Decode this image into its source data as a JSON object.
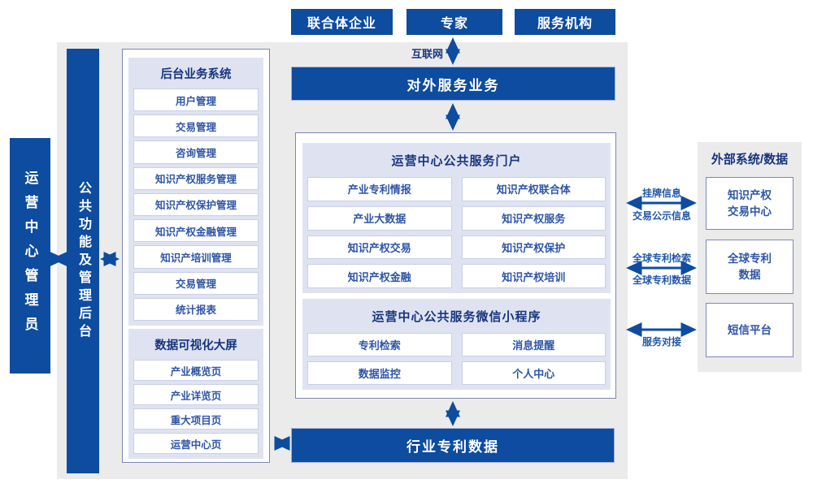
{
  "top_row": {
    "boxes": [
      {
        "label": "联合体企业"
      },
      {
        "label": "专家"
      },
      {
        "label": "服务机构"
      }
    ]
  },
  "internet": {
    "label": "互联网"
  },
  "bars": {
    "external_service": "对外服务业务",
    "industry_patent_data": "行业专利数据"
  },
  "left": {
    "admin_label": "运营中心管理员",
    "backend_bar_label": "公共功能及管理后台",
    "backend_system": {
      "title": "后台业务系统",
      "items": [
        "用户管理",
        "交易管理",
        "咨询管理",
        "知识产权服务管理",
        "知识产权保护管理",
        "知识产权金融管理",
        "知识产培训管理",
        "交易管理",
        "统计报表"
      ]
    },
    "data_screen": {
      "title": "数据可视化大屏",
      "items": [
        "产业概览页",
        "产业详览页",
        "重大项目页",
        "运营中心页"
      ]
    }
  },
  "center": {
    "portal": {
      "title": "运营中心公共服务门户",
      "items": [
        "产业专利情报",
        "知识产权联合体",
        "产业大数据",
        "知识产权服务",
        "知识产权交易",
        "知识产权保护",
        "知识产权金融",
        "知识产权培训"
      ]
    },
    "mini_program": {
      "title": "运营中心公共服务微信小程序",
      "items": [
        "专利检索",
        "消息提醒",
        "数据监控",
        "个人中心"
      ]
    }
  },
  "right": {
    "title": "外部系统/数据",
    "systems": [
      "知识产权\n交易中心",
      "全球专利\n数据",
      "短信平台"
    ],
    "link_labels": {
      "listing_info": "挂牌信息",
      "transaction_publicity": "交易公示信息",
      "global_patent_search": "全球专利检索",
      "global_patent_data": "全球专利数据",
      "service_connection": "服务对接"
    }
  },
  "colors": {
    "primary_blue": "#0d4c9f",
    "panel_gray": "#ebebeb",
    "section_lavender": "#dfe3f1",
    "title_navy": "#17357e",
    "item_blue": "#2f55a8",
    "border_blue_gray": "#7c85b4"
  }
}
